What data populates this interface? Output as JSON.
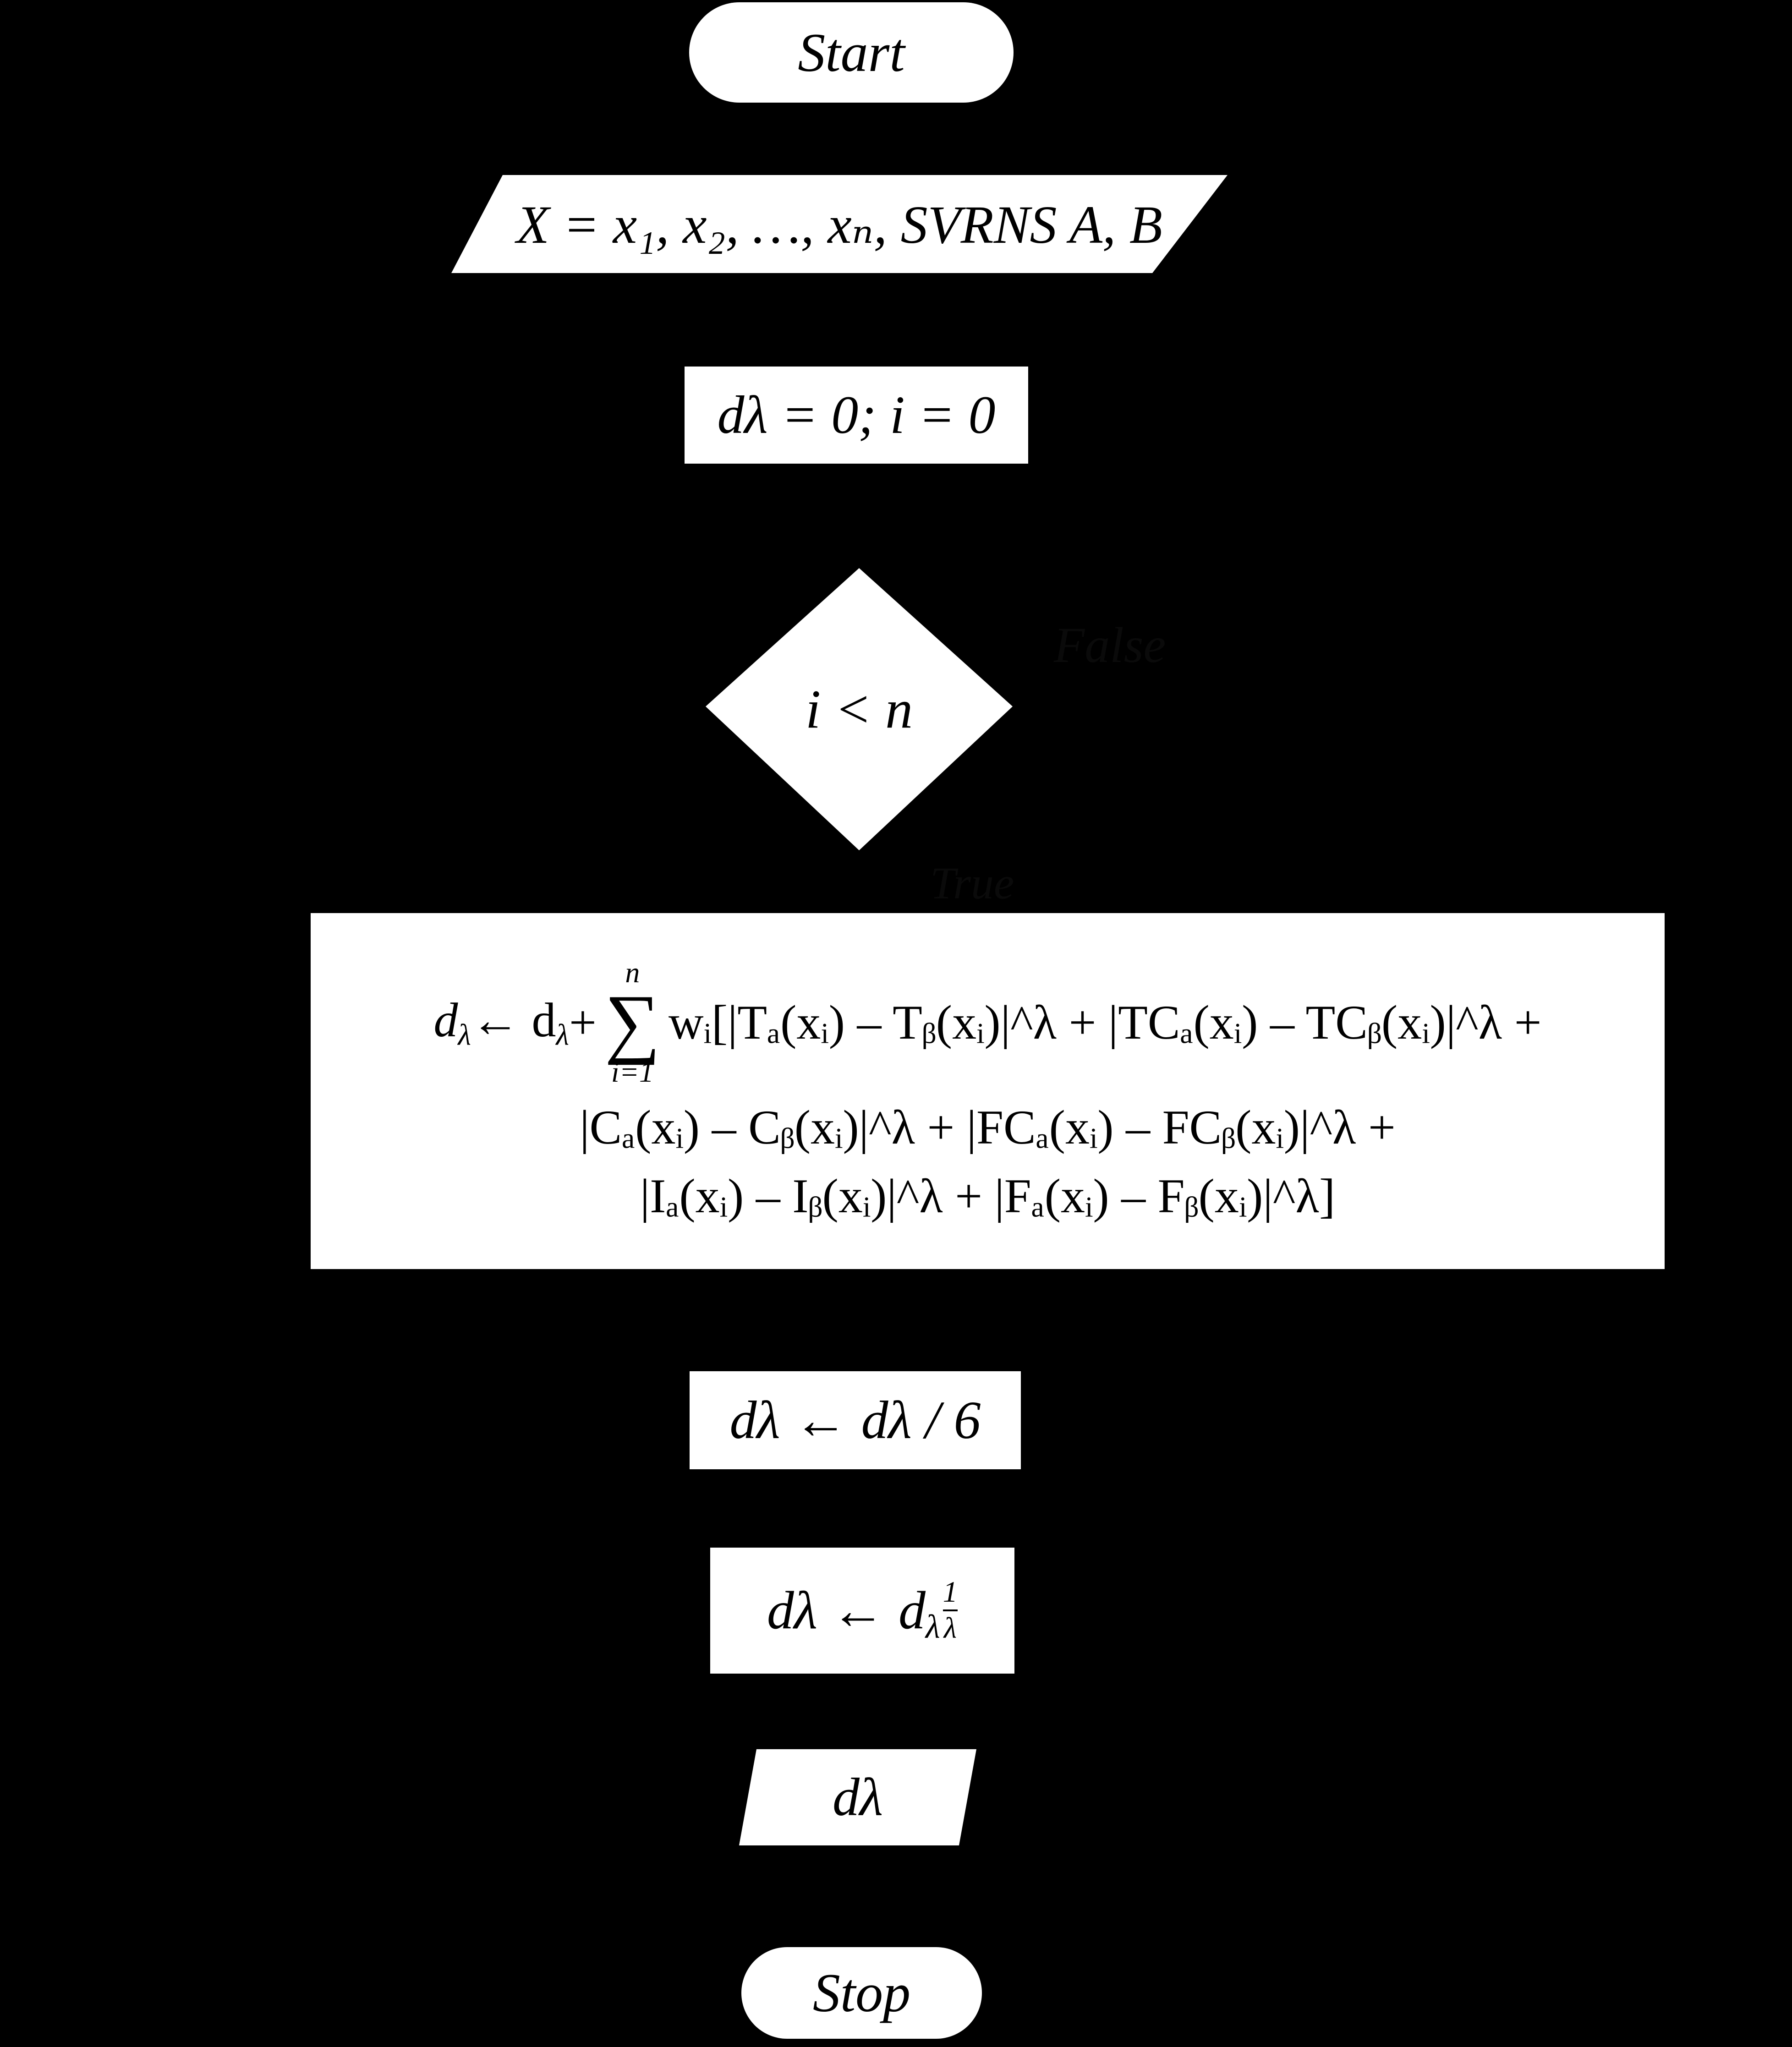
{
  "nodes": {
    "start": "Start",
    "input": "X = x₁, x₂,  …, xₙ, SVRNS A, B",
    "init": "dλ = 0; i = 0",
    "decision": "i < n",
    "divide": "dλ ← dλ / 6",
    "power_lhs": "dλ ← d",
    "power_base_sub": "λ",
    "power_exp_num": "1",
    "power_exp_den": "λ",
    "output": "dλ",
    "stop": "Stop"
  },
  "labels": {
    "false": "False",
    "true": "True"
  },
  "formula": {
    "line1_lhs": "d",
    "line1_lhs_sub": "λ",
    "line1_mid": " ← d",
    "line1_mid_sub": "λ",
    "line1_plus": " +",
    "sum_upper": "n",
    "sum_symbol": "∑",
    "sum_lower": "i=1",
    "line1_rest": "wᵢ[|Tₐ(xᵢ) – Tᵦ(xᵢ)|^λ + |TCₐ(xᵢ) – TCᵦ(xᵢ)|^λ +",
    "line2": "|Cₐ(xᵢ) – Cᵦ(xᵢ)|^λ + |FCₐ(xᵢ) – FCᵦ(xᵢ)|^λ +",
    "line3": "|Iₐ(xᵢ) – Iᵦ(xᵢ)|^λ + |Fₐ(xᵢ) – Fᵦ(xᵢ)|^λ]"
  },
  "colors": {
    "background": "#000000",
    "shape_fill": "#ffffff",
    "text": "#000000"
  }
}
